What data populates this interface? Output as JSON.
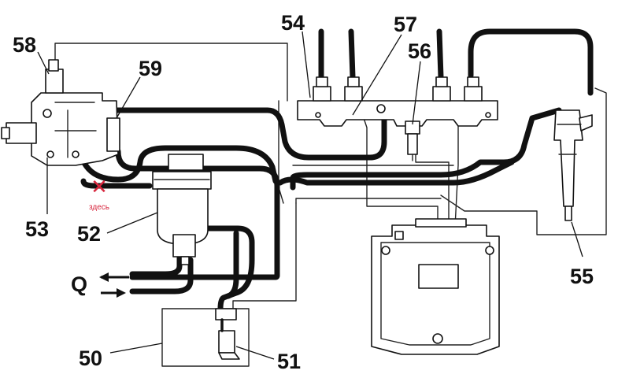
{
  "labels": {
    "l50": "50",
    "l51": "51",
    "l52": "52",
    "l53": "53",
    "l54": "54",
    "l55": "55",
    "l56": "56",
    "l57": "57",
    "l58": "58",
    "l59": "59",
    "flow": "Q"
  },
  "marker": {
    "symbol": "✕",
    "caption": "здесь",
    "color": "#d7263d"
  }
}
